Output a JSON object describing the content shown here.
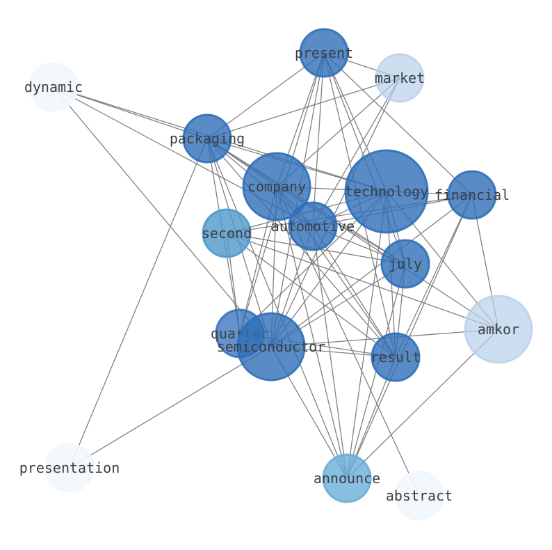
{
  "graph": {
    "nodes": [
      {
        "id": "present",
        "label": "present",
        "color": "#2f6fb8",
        "opacity": 0.8
      },
      {
        "id": "market",
        "label": "market",
        "color": "#b8d0ea",
        "opacity": 0.7
      },
      {
        "id": "dynamic",
        "label": "dynamic",
        "color": "#f2f7fd",
        "opacity": 0.9
      },
      {
        "id": "packaging",
        "label": "packaging",
        "color": "#2f6fb8",
        "opacity": 0.8
      },
      {
        "id": "company",
        "label": "company",
        "color": "#2f6fb8",
        "opacity": 0.8
      },
      {
        "id": "technology",
        "label": "technology",
        "color": "#2f6fb8",
        "opacity": 0.8
      },
      {
        "id": "financial",
        "label": "financial",
        "color": "#2f6fb8",
        "opacity": 0.8
      },
      {
        "id": "second",
        "label": "second",
        "color": "#4f98cb",
        "opacity": 0.8
      },
      {
        "id": "automotive",
        "label": "automotive",
        "color": "#2f6fb8",
        "opacity": 0.8
      },
      {
        "id": "july",
        "label": "july",
        "color": "#2f6fb8",
        "opacity": 0.8
      },
      {
        "id": "amkor",
        "label": "amkor",
        "color": "#b8d0ea",
        "opacity": 0.7
      },
      {
        "id": "quarter",
        "label": "quarter",
        "color": "#2f6fb8",
        "opacity": 0.75
      },
      {
        "id": "semiconductor",
        "label": "semiconductor",
        "color": "#2f6fb8",
        "opacity": 0.8
      },
      {
        "id": "result",
        "label": "result",
        "color": "#2f6fb8",
        "opacity": 0.8
      },
      {
        "id": "presentation",
        "label": "presentation",
        "color": "#f2f7fd",
        "opacity": 0.9
      },
      {
        "id": "announce",
        "label": "announce",
        "color": "#6aaed8",
        "opacity": 0.8
      },
      {
        "id": "abstract",
        "label": "abstract",
        "color": "#f2f7fd",
        "opacity": 0.9
      }
    ],
    "edges": [
      [
        "present",
        "market"
      ],
      [
        "present",
        "packaging"
      ],
      [
        "present",
        "company"
      ],
      [
        "present",
        "technology"
      ],
      [
        "present",
        "financial"
      ],
      [
        "present",
        "automotive"
      ],
      [
        "present",
        "july"
      ],
      [
        "present",
        "quarter"
      ],
      [
        "present",
        "semiconductor"
      ],
      [
        "present",
        "result"
      ],
      [
        "market",
        "packaging"
      ],
      [
        "market",
        "company"
      ],
      [
        "market",
        "automotive"
      ],
      [
        "market",
        "semiconductor"
      ],
      [
        "dynamic",
        "packaging"
      ],
      [
        "dynamic",
        "technology"
      ],
      [
        "dynamic",
        "automotive"
      ],
      [
        "dynamic",
        "semiconductor"
      ],
      [
        "packaging",
        "company"
      ],
      [
        "packaging",
        "technology"
      ],
      [
        "packaging",
        "automotive"
      ],
      [
        "packaging",
        "july"
      ],
      [
        "packaging",
        "amkor"
      ],
      [
        "packaging",
        "quarter"
      ],
      [
        "packaging",
        "semiconductor"
      ],
      [
        "packaging",
        "result"
      ],
      [
        "packaging",
        "presentation"
      ],
      [
        "packaging",
        "announce"
      ],
      [
        "company",
        "technology"
      ],
      [
        "company",
        "automotive"
      ],
      [
        "company",
        "july"
      ],
      [
        "company",
        "quarter"
      ],
      [
        "company",
        "semiconductor"
      ],
      [
        "company",
        "result"
      ],
      [
        "company",
        "announce"
      ],
      [
        "company",
        "abstract"
      ],
      [
        "technology",
        "financial"
      ],
      [
        "technology",
        "second"
      ],
      [
        "technology",
        "automotive"
      ],
      [
        "technology",
        "july"
      ],
      [
        "technology",
        "amkor"
      ],
      [
        "technology",
        "quarter"
      ],
      [
        "technology",
        "semiconductor"
      ],
      [
        "technology",
        "result"
      ],
      [
        "technology",
        "announce"
      ],
      [
        "financial",
        "second"
      ],
      [
        "financial",
        "automotive"
      ],
      [
        "financial",
        "amkor"
      ],
      [
        "financial",
        "semiconductor"
      ],
      [
        "financial",
        "result"
      ],
      [
        "financial",
        "announce"
      ],
      [
        "second",
        "july"
      ],
      [
        "second",
        "amkor"
      ],
      [
        "second",
        "quarter"
      ],
      [
        "second",
        "result"
      ],
      [
        "automotive",
        "july"
      ],
      [
        "automotive",
        "semiconductor"
      ],
      [
        "automotive",
        "result"
      ],
      [
        "automotive",
        "announce"
      ],
      [
        "july",
        "semiconductor"
      ],
      [
        "july",
        "result"
      ],
      [
        "july",
        "announce"
      ],
      [
        "amkor",
        "semiconductor"
      ],
      [
        "amkor",
        "announce"
      ],
      [
        "quarter",
        "semiconductor"
      ],
      [
        "quarter",
        "result"
      ],
      [
        "semiconductor",
        "result"
      ],
      [
        "semiconductor",
        "presentation"
      ],
      [
        "semiconductor",
        "announce"
      ],
      [
        "result",
        "announce"
      ]
    ]
  }
}
